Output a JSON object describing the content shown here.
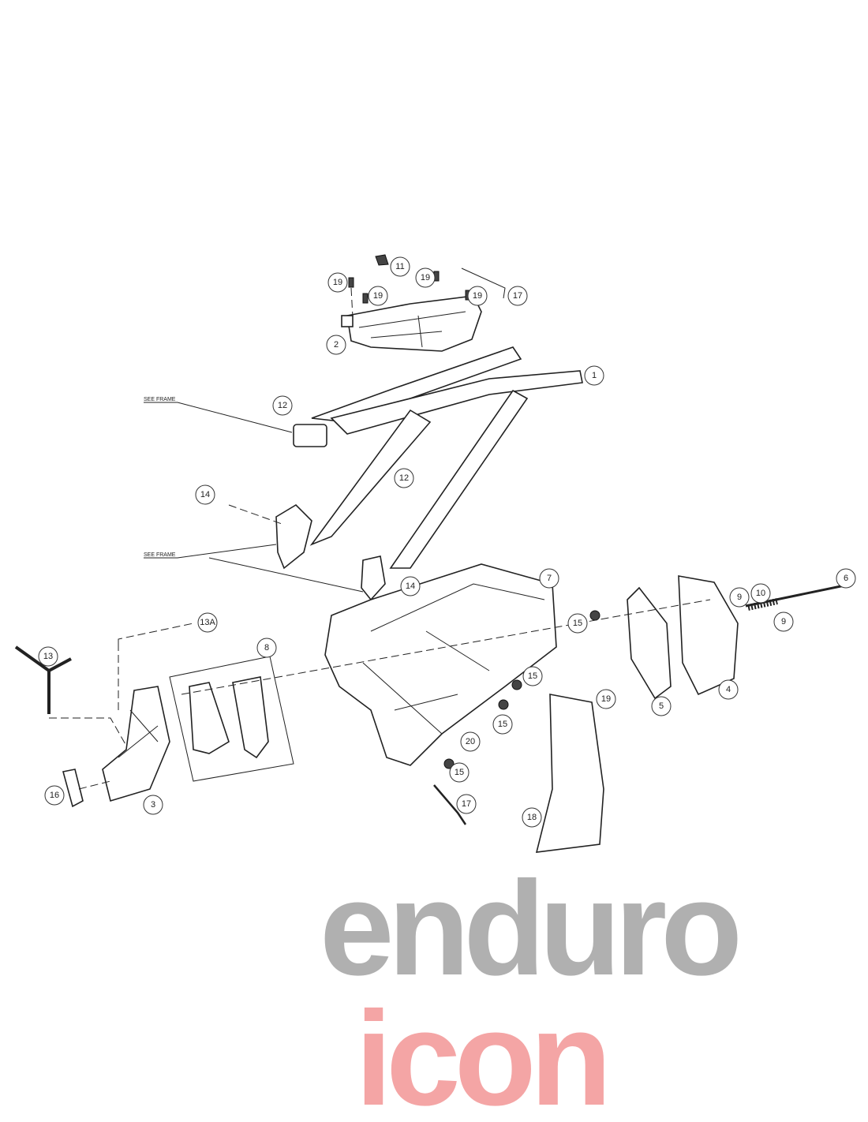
{
  "diagram": {
    "title": "Rear subframe / airbox exploded parts diagram",
    "notes": [
      "SEE FRAME",
      "SEE FRAME"
    ],
    "callouts": [
      "11",
      "19",
      "19",
      "19",
      "19",
      "17",
      "2",
      "1",
      "12",
      "12",
      "14",
      "14",
      "7",
      "13A",
      "13",
      "8",
      "15",
      "15",
      "15",
      "15",
      "9",
      "10",
      "9",
      "6",
      "5",
      "4",
      "19",
      "20",
      "3",
      "16",
      "17",
      "18"
    ],
    "watermark": [
      "enduro",
      "icon"
    ]
  }
}
